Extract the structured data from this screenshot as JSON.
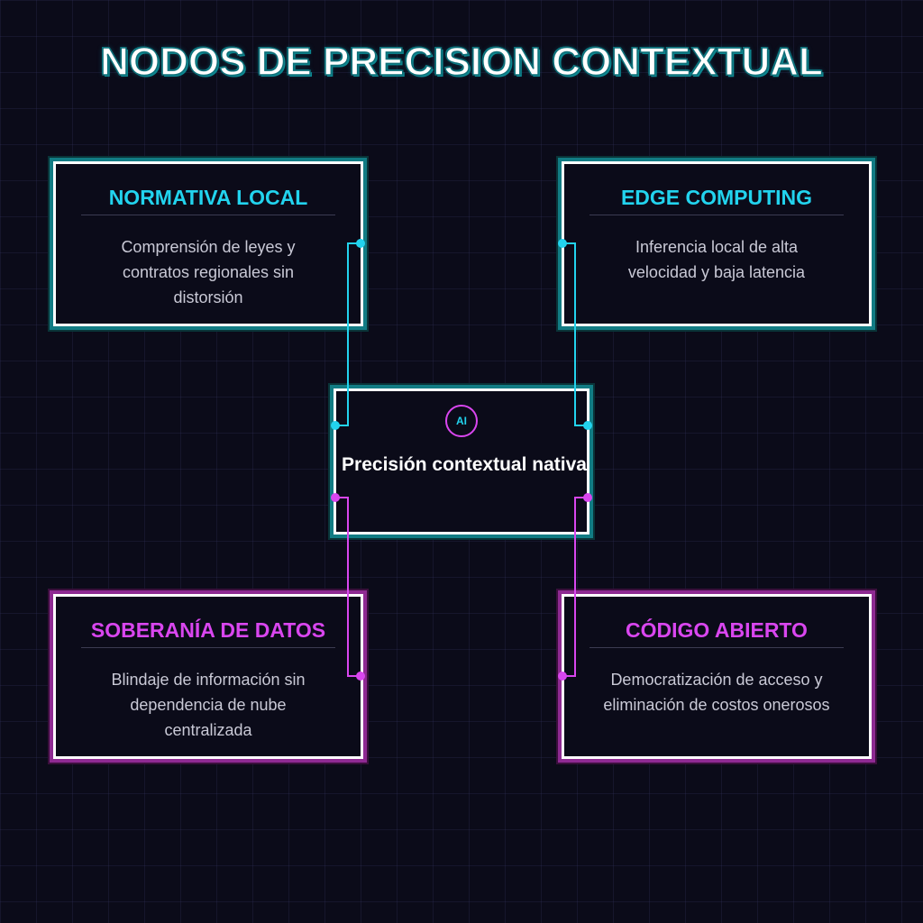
{
  "title": "NODOS DE PRECISION CONTEXTUAL",
  "center": {
    "badge": "AI",
    "label": "Precisión contextual nativa"
  },
  "nodes": [
    {
      "title": "NORMATIVA LOCAL",
      "description": "Comprensión de leyes y contratos regionales sin distorsión",
      "accent": "#22d3ee"
    },
    {
      "title": "EDGE COMPUTING",
      "description": "Inferencia local de alta velocidad y baja latencia",
      "accent": "#22d3ee"
    },
    {
      "title": "SOBERANÍA DE DATOS",
      "description": "Blindaje de información sin dependencia de nube centralizada",
      "accent": "#d946ef"
    },
    {
      "title": "CÓDIGO ABIERTO",
      "description": "Democratización de acceso y eliminación de costos onerosos",
      "accent": "#d946ef"
    }
  ],
  "colors": {
    "cyan": "#22d3ee",
    "magenta": "#d946ef",
    "background": "#0b0b19"
  }
}
